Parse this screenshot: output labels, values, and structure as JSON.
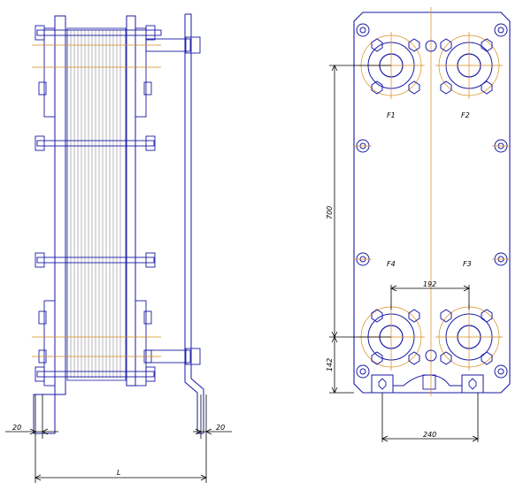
{
  "labels": {
    "dim_left_gap": "20",
    "dim_right_gap": "20",
    "dim_length": "L",
    "dim_vertical_span": "700",
    "dim_bottom_offset": "142",
    "dim_port_spacing": "192",
    "dim_foot_spacing": "240",
    "port_f1": "F1",
    "port_f2": "F2",
    "port_f3": "F3",
    "port_f4": "F4"
  },
  "colors": {
    "outline": "#1a1aa6",
    "centerline": "#d98a1a",
    "dimension": "#000000"
  }
}
